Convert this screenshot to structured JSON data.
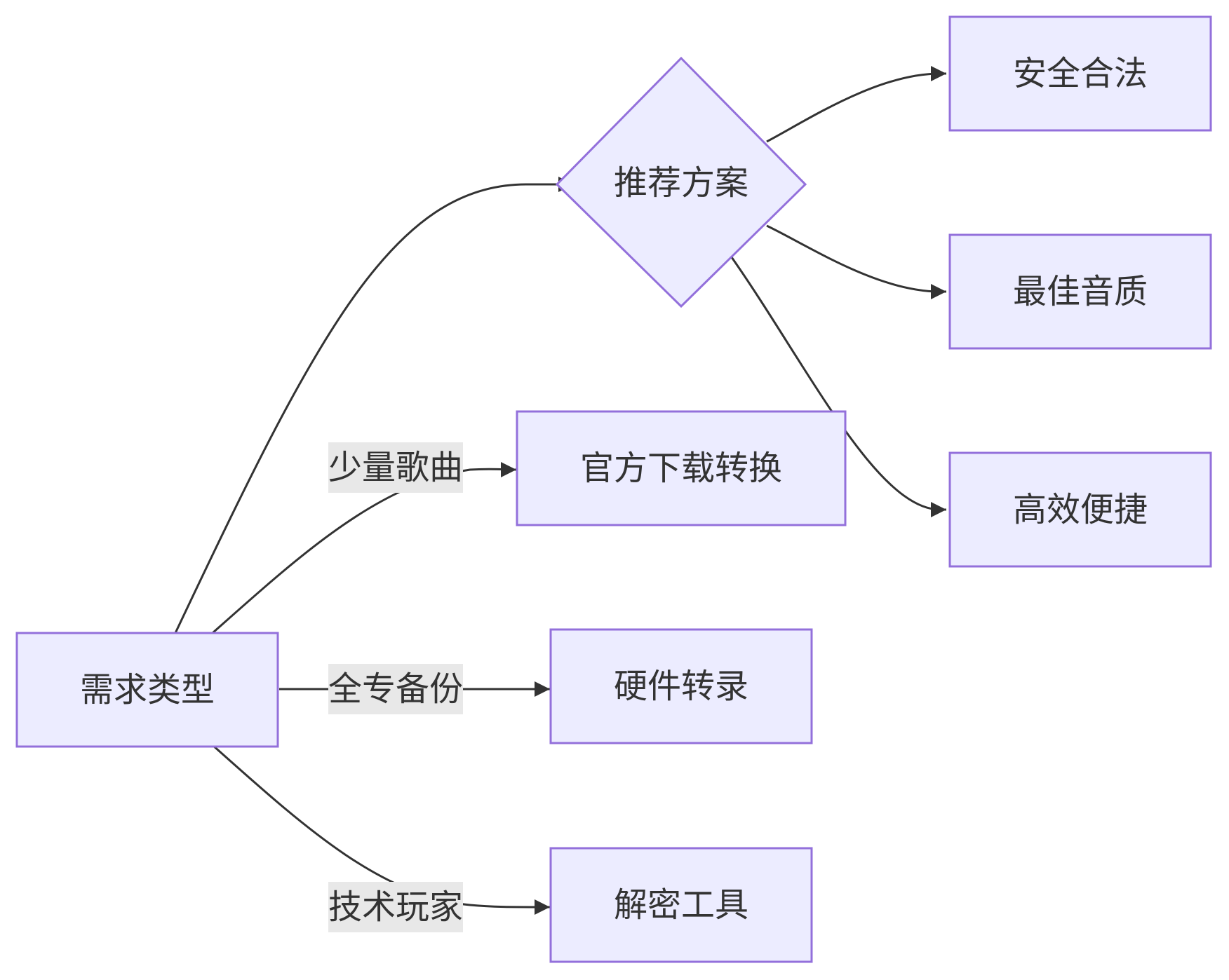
{
  "nodes": {
    "demand_type": "需求类型",
    "recommend": "推荐方案",
    "official_download": "官方下载转换",
    "hardware_record": "硬件转录",
    "decrypt_tool": "解密工具",
    "safe_legal": "安全合法",
    "best_quality": "最佳音质",
    "efficient": "高效便捷"
  },
  "edge_labels": {
    "few_songs": "少量歌曲",
    "full_album": "全专备份",
    "tech_player": "技术玩家"
  },
  "colors": {
    "node_fill": "#ECECFF",
    "node_stroke": "#9370DB",
    "edge": "#333333",
    "edge_label_bg": "#e8e8e8",
    "text": "#333333"
  }
}
